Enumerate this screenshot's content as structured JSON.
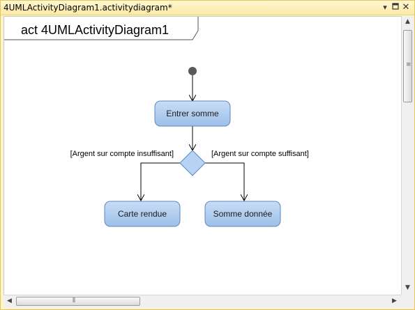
{
  "window": {
    "title": "4UMLActivityDiagram1.activitydiagram*",
    "controls": {
      "menu_icon": "chevron-down-icon",
      "restore_icon": "restore-icon",
      "close_icon": "close-icon"
    }
  },
  "diagram": {
    "frame_label": "act 4UMLActivityDiagram1",
    "nodes": {
      "enter_amount": "Entrer somme",
      "card_returned": "Carte rendue",
      "amount_given": "Somme donnée"
    },
    "guards": {
      "insufficient": "[Argent sur compte insuffisant]",
      "sufficient": "[Argent sur compte suffisant]"
    }
  },
  "colors": {
    "node_fill": "#a9c8ec",
    "node_border": "#5b86bd",
    "decision_fill": "#b7d2f2",
    "initial_node": "#595959",
    "window_border": "#e1c85a"
  }
}
